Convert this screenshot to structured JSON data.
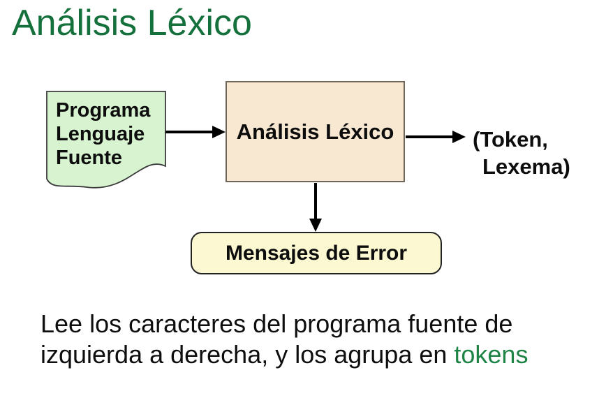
{
  "slide": {
    "title": "Análisis Léxico",
    "title_color": "#15713c",
    "background_color": "#ffffff"
  },
  "diagram": {
    "source_doc": {
      "lines": [
        "Programa",
        "Lenguaje",
        "Fuente"
      ],
      "fill": "#d7f3cf",
      "stroke": "#3b3b3b"
    },
    "analyzer_box": {
      "label": "Análisis Léxico",
      "fill": "#f8e7d1",
      "border_color": "#6f6558"
    },
    "output_label": {
      "line1": "(Token,",
      "line2": "Lexema)"
    },
    "error_box": {
      "label": "Mensajes de Error",
      "fill": "#fbf8d2",
      "border_color": "#222222"
    },
    "arrow_color": "#000000"
  },
  "body_text": {
    "line1": "Lee los caracteres del programa fuente de",
    "line2_prefix": "izquierda a derecha, y los agrupa en ",
    "highlight": "tokens",
    "highlight_color": "#1d8446"
  }
}
